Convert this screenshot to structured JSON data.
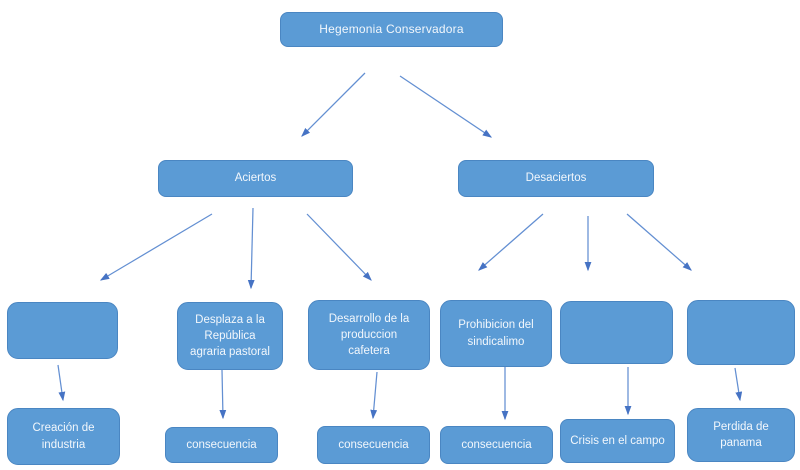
{
  "diagram": {
    "title": "Hegemonia Conservadora",
    "theme": {
      "node_fill": "#5b9bd5",
      "node_border": "#4a86c2",
      "node_text": "#f2f7fc",
      "connector_line": "#638fd2",
      "connector_head": "#4673c4",
      "background": "#ffffff"
    },
    "nodes": [
      {
        "id": "root",
        "label": "Hegemonia Conservadora"
      },
      {
        "id": "aciertos",
        "label": "Aciertos"
      },
      {
        "id": "desaciertos",
        "label": "Desaciertos"
      },
      {
        "id": "blank-1",
        "label": ""
      },
      {
        "id": "desplaza",
        "label": "Desplaza a la\nRepública\nagraria pastoral"
      },
      {
        "id": "desarrollo",
        "label": "Desarrollo de la\nproduccion\ncafetera"
      },
      {
        "id": "prohibicion",
        "label": "Prohibicion del\nsindicalimo"
      },
      {
        "id": "blank-2",
        "label": ""
      },
      {
        "id": "blank-3",
        "label": ""
      },
      {
        "id": "creacion",
        "label": "Creación de\nindustria"
      },
      {
        "id": "consecuencia-1",
        "label": "consecuencia"
      },
      {
        "id": "consecuencia-2",
        "label": "consecuencia"
      },
      {
        "id": "consecuencia-3",
        "label": "consecuencia"
      },
      {
        "id": "crisis",
        "label": "Crisis en el campo"
      },
      {
        "id": "perdida",
        "label": "Perdida de\npanama"
      }
    ]
  }
}
